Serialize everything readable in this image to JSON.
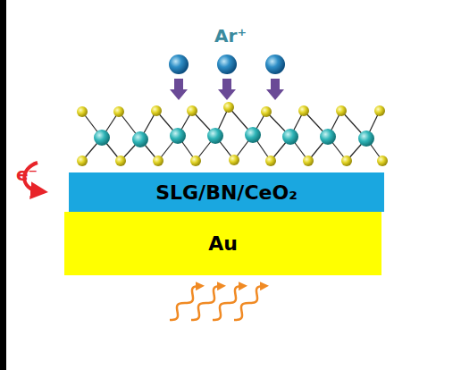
{
  "diagram": {
    "nodes": [
      {
        "text": [
          "SLG/BN/CeO₂"
        ]
      },
      {
        "text": [
          "Au"
        ]
      }
    ],
    "labels": [
      "Ar⁺",
      "e⁻"
    ]
  }
}
